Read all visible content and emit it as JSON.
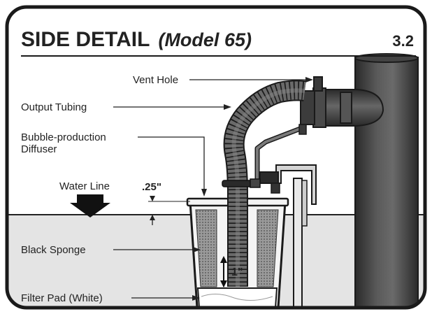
{
  "header": {
    "title": "SIDE DETAIL",
    "subtitle": "(Model 65)",
    "section_number": "3.2"
  },
  "labels": {
    "vent_hole": "Vent Hole",
    "output_tubing": "Output Tubing",
    "diffuser_line1": "Bubble-production",
    "diffuser_line2": "Diffuser",
    "water_line": "Water Line",
    "black_sponge": "Black Sponge",
    "filter_pad": "Filter Pad (White)"
  },
  "dimensions": {
    "gap_above_water": ".25\"",
    "gap_above_pad": "1\""
  },
  "colors": {
    "border": "#1a1a1a",
    "water": "#e6e6e6",
    "pipe": "#3a3a3a",
    "tubing": "#555555",
    "sponge": "#8a8a8a"
  }
}
